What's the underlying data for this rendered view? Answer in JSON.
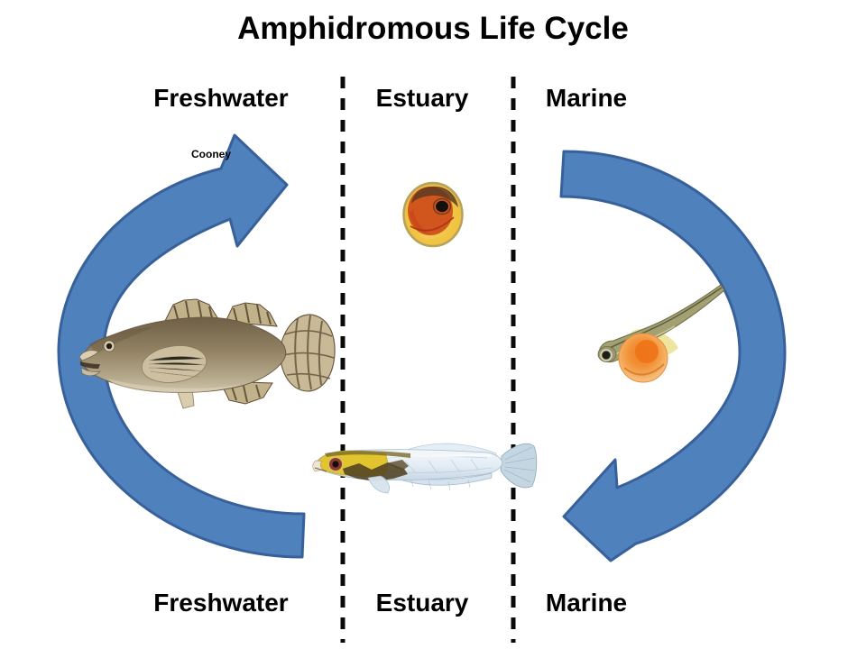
{
  "title": "Amphidromous Life Cycle",
  "credit": "Cooney",
  "zones": {
    "top": {
      "freshwater": "Freshwater",
      "estuary": "Estuary",
      "marine": "Marine"
    },
    "bottom": {
      "freshwater": "Freshwater",
      "estuary": "Estuary",
      "marine": "Marine"
    }
  },
  "life_cycle": {
    "type": "cycle-diagram",
    "stages": [
      {
        "stage": "adult",
        "illustration": "adult-goby-fish",
        "zone": "Freshwater"
      },
      {
        "stage": "egg",
        "illustration": "fish-egg",
        "zone": "Estuary"
      },
      {
        "stage": "yolk-sac larva",
        "illustration": "yolk-sac-larva",
        "zone": "Marine"
      },
      {
        "stage": "juvenile",
        "illustration": "juvenile-postlarva",
        "zone": "Estuary"
      }
    ],
    "arrows": [
      {
        "name": "left-cycle-arrow",
        "points": "up toward estuary egg"
      },
      {
        "name": "right-cycle-arrow",
        "points": "down toward estuary juvenile"
      }
    ]
  },
  "colors": {
    "arrow_fill": "#4F81BD",
    "arrow_stroke": "#38619B",
    "divider_color": "#0A0A0A",
    "text_color": "#000000",
    "background_color": "#FFFFFF"
  }
}
